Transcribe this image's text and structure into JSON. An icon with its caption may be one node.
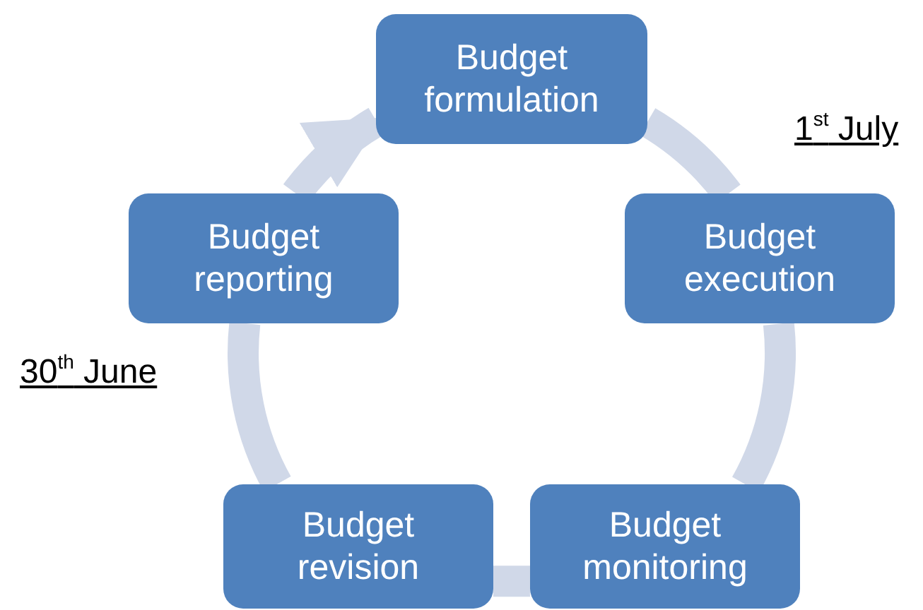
{
  "diagram": {
    "nodes": [
      {
        "text": [
          "Budget formulation"
        ]
      },
      {
        "text": [
          "Budget execution"
        ]
      },
      {
        "text": [
          "Budget monitoring"
        ]
      },
      {
        "text": [
          "Budget revision"
        ]
      },
      {
        "text": [
          "Budget reporting"
        ]
      }
    ],
    "edges": [
      {
        "from": 0,
        "to": 1,
        "arrow": "none"
      },
      {
        "from": 1,
        "to": 2,
        "arrow": "none"
      },
      {
        "from": 2,
        "to": 3,
        "arrow": "none"
      },
      {
        "from": 3,
        "to": 4,
        "arrow": "none"
      },
      {
        "from": 4,
        "to": 0,
        "arrow": "to"
      }
    ],
    "labels": [
      "1$^{st}$ July",
      "30$^{th}$ June"
    ]
  }
}
